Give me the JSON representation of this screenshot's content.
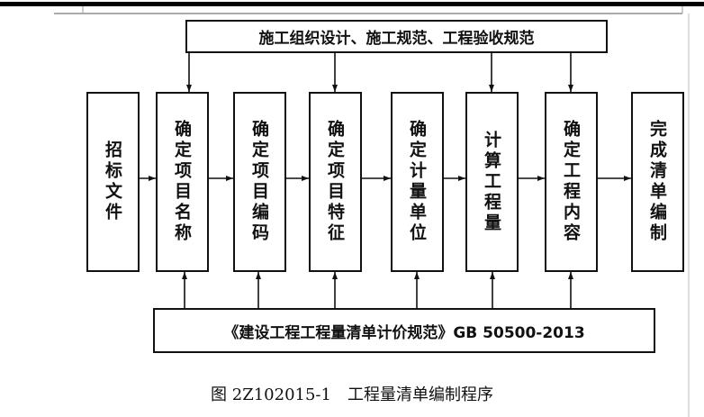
{
  "diagram": {
    "top_box": {
      "label": "施工组织设计、施工规范、工程验收规范"
    },
    "steps": [
      {
        "label": "招标文件"
      },
      {
        "label": "确定项目名称"
      },
      {
        "label": "确定项目编码"
      },
      {
        "label": "确定项目特征"
      },
      {
        "label": "确定计量单位"
      },
      {
        "label": "计算工程量"
      },
      {
        "label": "确定工程内容"
      },
      {
        "label": "完成清单编制"
      }
    ],
    "bottom_box": {
      "label": "《建设工程工程量清单计价规范》GB 50500-2013"
    },
    "caption": "图 2Z102015-1　工程量清单编制程序",
    "edges": {
      "top_to_steps": [
        1,
        3,
        5,
        6
      ],
      "bottom_to_steps": [
        1,
        2,
        3,
        4,
        5,
        6
      ]
    }
  }
}
